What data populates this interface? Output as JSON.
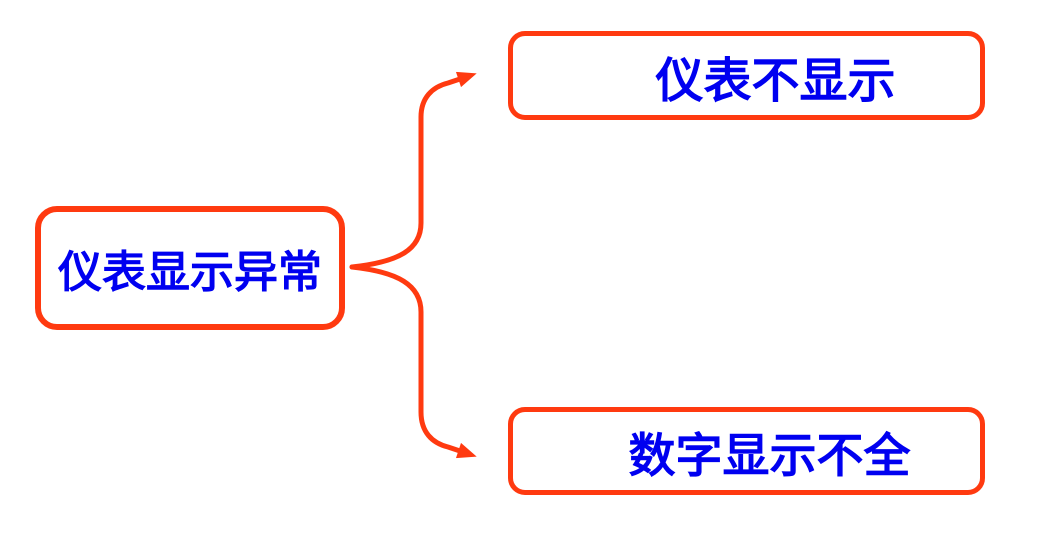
{
  "diagram": {
    "root": {
      "label": "仪表显示异常"
    },
    "children": [
      {
        "label": "仪表不显示"
      },
      {
        "label": "数字显示不全"
      }
    ]
  },
  "colors": {
    "accent_orange": "#ff3a10",
    "text_blue": "#0000f0",
    "background": "#ffffff"
  }
}
